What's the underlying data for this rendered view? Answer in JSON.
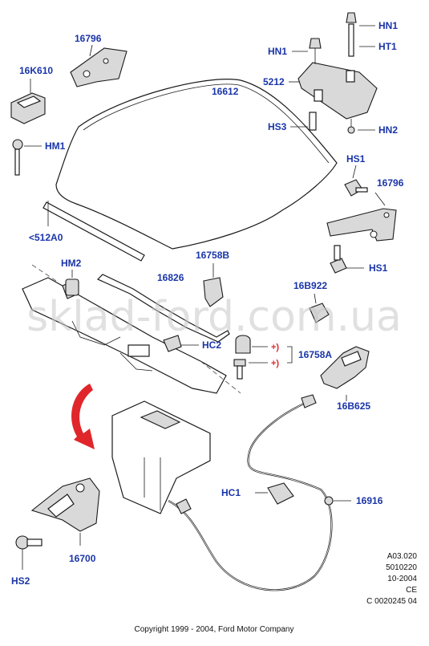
{
  "labels": {
    "l16796_top": "16796",
    "l16K610": "16K610",
    "lHM1": "HM1",
    "l16612": "16612",
    "l512A0": "<512A0",
    "lHM2": "HM2",
    "l16826": "16826",
    "l16758B": "16758B",
    "lHC2": "HC2",
    "lHN1_right": "HN1",
    "lHN1_left": "HN1",
    "lHT1": "HT1",
    "l5212": "5212",
    "lHS3": "HS3",
    "lHN2": "HN2",
    "lHS1_top": "HS1",
    "l16796_right": "16796",
    "lHS1_bottom": "HS1",
    "l16B922": "16B922",
    "l16758A": "16758A",
    "l16B625": "16B625",
    "lHC1": "HC1",
    "l16916": "16916",
    "l16700": "16700",
    "lHS2": "HS2"
  },
  "markers": {
    "m1": "+)",
    "m2": "+)"
  },
  "info_block": {
    "line1": "A03.020",
    "line2": "5010220",
    "line3": "10-2004",
    "line4": "CE",
    "line5": "C 0020245 04"
  },
  "copyright": "Copyright 1999 - 2004, Ford Motor Company",
  "watermark": "sklad-ford.com.ua",
  "colors": {
    "label": "#1a35a8",
    "marker": "#e0262a",
    "arrow": "#e0262a",
    "line": "#1a1a1a"
  }
}
